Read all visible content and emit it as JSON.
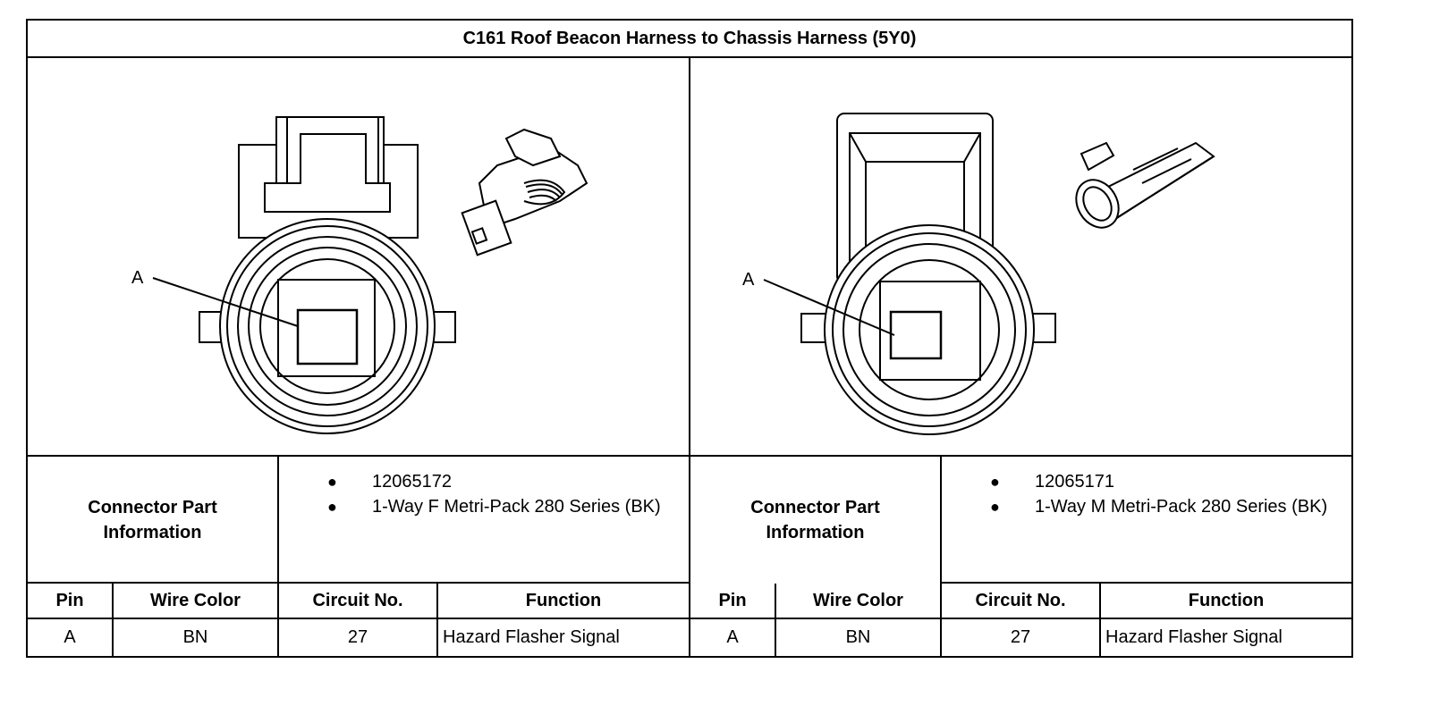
{
  "title": "C161 Roof Beacon Harness to Chassis Harness (5Y0)",
  "left": {
    "pin_callout": "A",
    "connector_label": "Connector Part Information",
    "part_info": [
      "12065172",
      "1-Way F Metri-Pack 280 Series (BK)"
    ],
    "headers": {
      "pin": "Pin",
      "wire_color": "Wire Color",
      "circuit": "Circuit No.",
      "function": "Function"
    },
    "rows": [
      {
        "pin": "A",
        "wire_color": "BN",
        "circuit": "27",
        "function": "Hazard Flasher Signal"
      }
    ]
  },
  "right": {
    "pin_callout": "A",
    "connector_label": "Connector Part Information",
    "part_info": [
      "12065171",
      "1-Way M Metri-Pack 280 Series (BK)"
    ],
    "headers": {
      "pin": "Pin",
      "wire_color": "Wire Color",
      "circuit": "Circuit No.",
      "function": "Function"
    },
    "rows": [
      {
        "pin": "A",
        "wire_color": "BN",
        "circuit": "27",
        "function": "Hazard Flasher Signal"
      }
    ]
  }
}
